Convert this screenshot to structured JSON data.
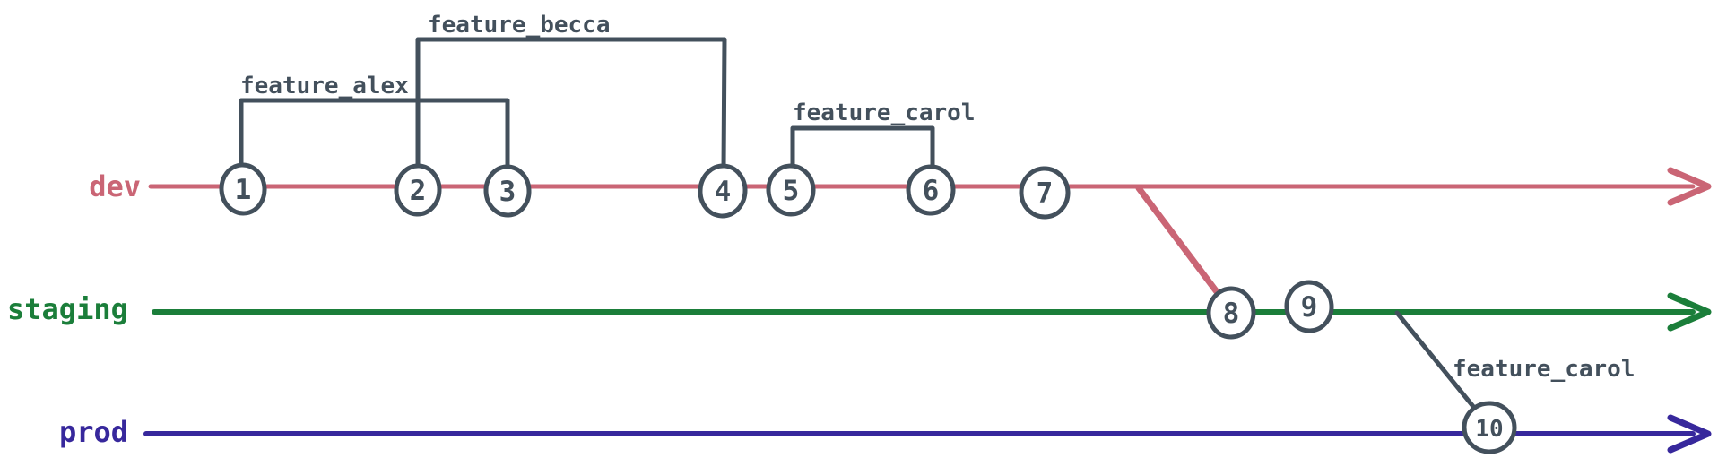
{
  "diagram": {
    "type": "git-branch-graph",
    "background": "#ffffff",
    "node_stroke": "#43505c",
    "node_fill": "#ffffff",
    "branches": [
      {
        "name": "dev",
        "color": "#ca6575"
      },
      {
        "name": "staging",
        "color": "#1b7e3a"
      },
      {
        "name": "prod",
        "color": "#37289c"
      }
    ],
    "features": [
      {
        "label": "feature_alex",
        "from_commit": "1",
        "to_commit": "3"
      },
      {
        "label": "feature_becca",
        "from_commit": "2",
        "to_commit": "4"
      },
      {
        "label": "feature_carol",
        "from_commit": "5",
        "to_commit": "6"
      },
      {
        "label": "feature_carol",
        "from_branch": "staging",
        "to_commit": "10"
      }
    ],
    "merges": [
      {
        "from_branch": "dev",
        "to_branch": "staging",
        "at_commit": "8"
      }
    ],
    "commits": [
      {
        "id": "1",
        "branch": "dev"
      },
      {
        "id": "2",
        "branch": "dev"
      },
      {
        "id": "3",
        "branch": "dev"
      },
      {
        "id": "4",
        "branch": "dev"
      },
      {
        "id": "5",
        "branch": "dev"
      },
      {
        "id": "6",
        "branch": "dev"
      },
      {
        "id": "7",
        "branch": "dev"
      },
      {
        "id": "8",
        "branch": "staging"
      },
      {
        "id": "9",
        "branch": "staging"
      },
      {
        "id": "10",
        "branch": "prod"
      }
    ]
  }
}
